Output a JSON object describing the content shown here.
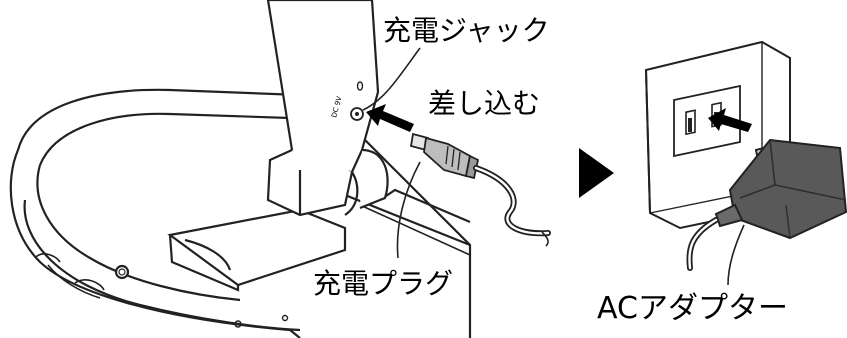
{
  "labels": {
    "charge_jack": "充電ジャック",
    "insert": "差し込む",
    "charge_plug": "充電プラグ",
    "ac_adapter": "ACアダプター",
    "jack_marking": "DC 9V"
  },
  "colors": {
    "line": "#222222",
    "adapter_body": "#555555",
    "adapter_dark": "#3a3a3a",
    "plug_gray": "#bdbdbd",
    "arrow": "#000000"
  }
}
